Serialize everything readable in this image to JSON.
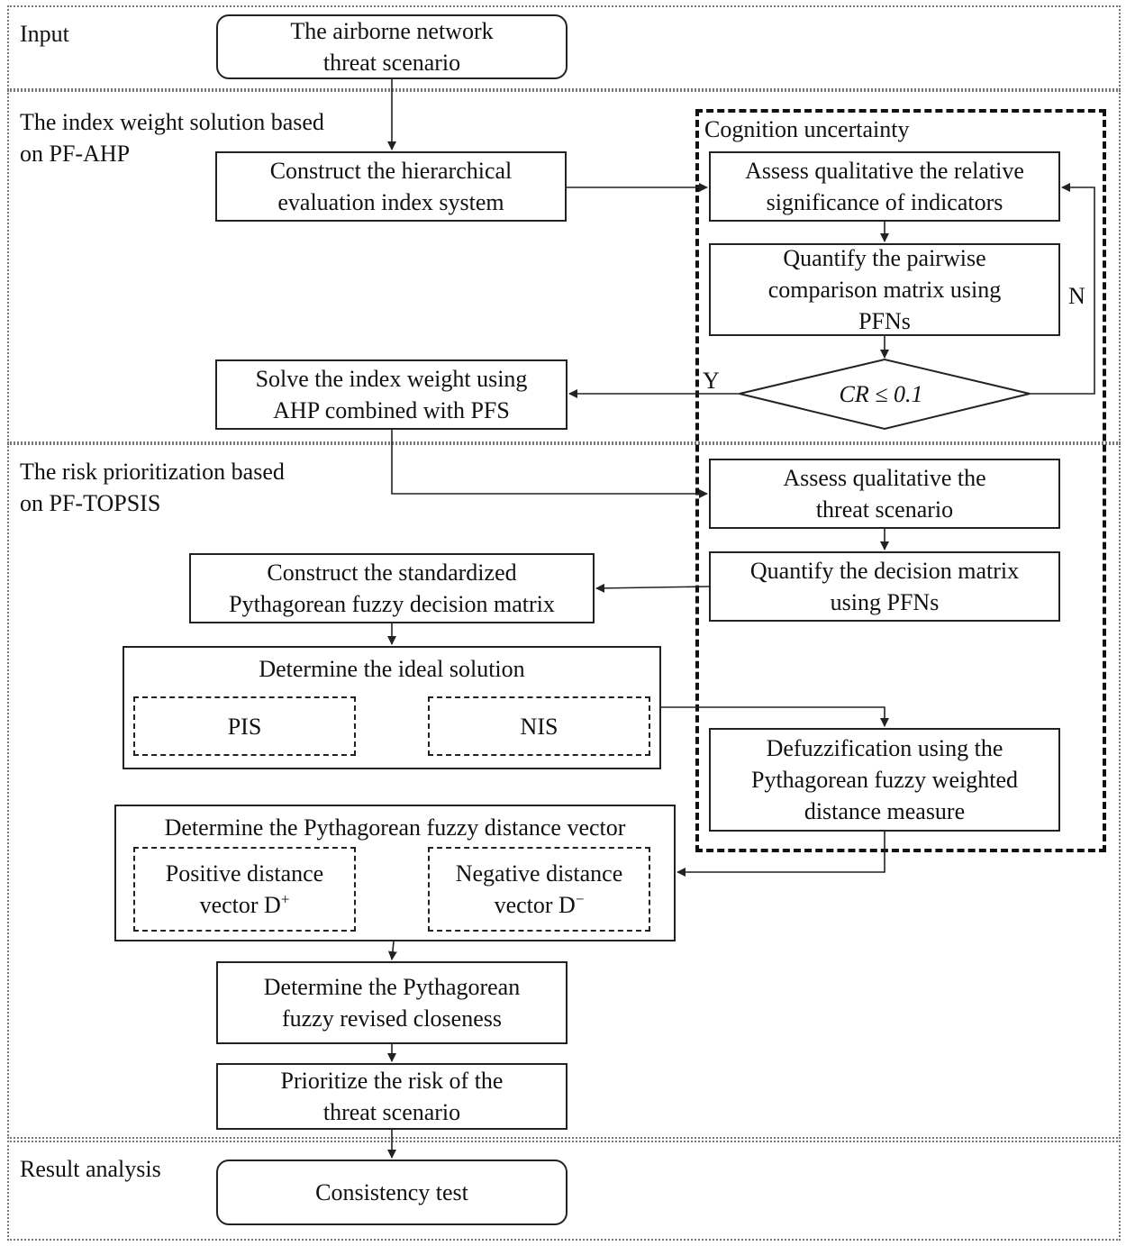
{
  "sections": {
    "input": "Input",
    "index_weight": "The index weight solution based\non PF-AHP",
    "risk_prioritization": "The risk prioritization based\non PF-TOPSIS",
    "result": "Result analysis"
  },
  "cognition_uncertainty": "Cognition uncertainty",
  "boxes": {
    "scenario": "The airborne network\nthreat scenario",
    "construct_hierarchy": "Construct the hierarchical\nevaluation index system",
    "assess_significance": "Assess qualitative the relative\nsignificance of indicators",
    "quantify_pairwise": "Quantify the pairwise\ncomparison matrix using\nPFNs",
    "solve_weight": "Solve the index weight using\nAHP combined with PFS",
    "assess_scenario": "Assess qualitative the\nthreat scenario",
    "quantify_decision": "Quantify the decision matrix\nusing PFNs",
    "construct_standardized": "Construct the standardized\nPythagorean fuzzy decision matrix",
    "ideal_solution": "Determine the ideal solution",
    "pis": "PIS",
    "nis": "NIS",
    "defuzzification": "Defuzzification using the\nPythagorean fuzzy weighted\ndistance measure",
    "distance_vector": "Determine the Pythagorean fuzzy distance vector",
    "positive_line1": "Positive distance",
    "positive_line2": "vector D",
    "positive_sup": "+",
    "negative_line1": "Negative distance",
    "negative_line2": "vector D",
    "negative_sup": "−",
    "closeness": "Determine the Pythagorean\nfuzzy revised closeness",
    "prioritize": "Prioritize the risk of the\nthreat scenario",
    "consistency": "Consistency test"
  },
  "decision": {
    "condition": "CR ≤ 0.1",
    "yes": "Y",
    "no": "N"
  }
}
